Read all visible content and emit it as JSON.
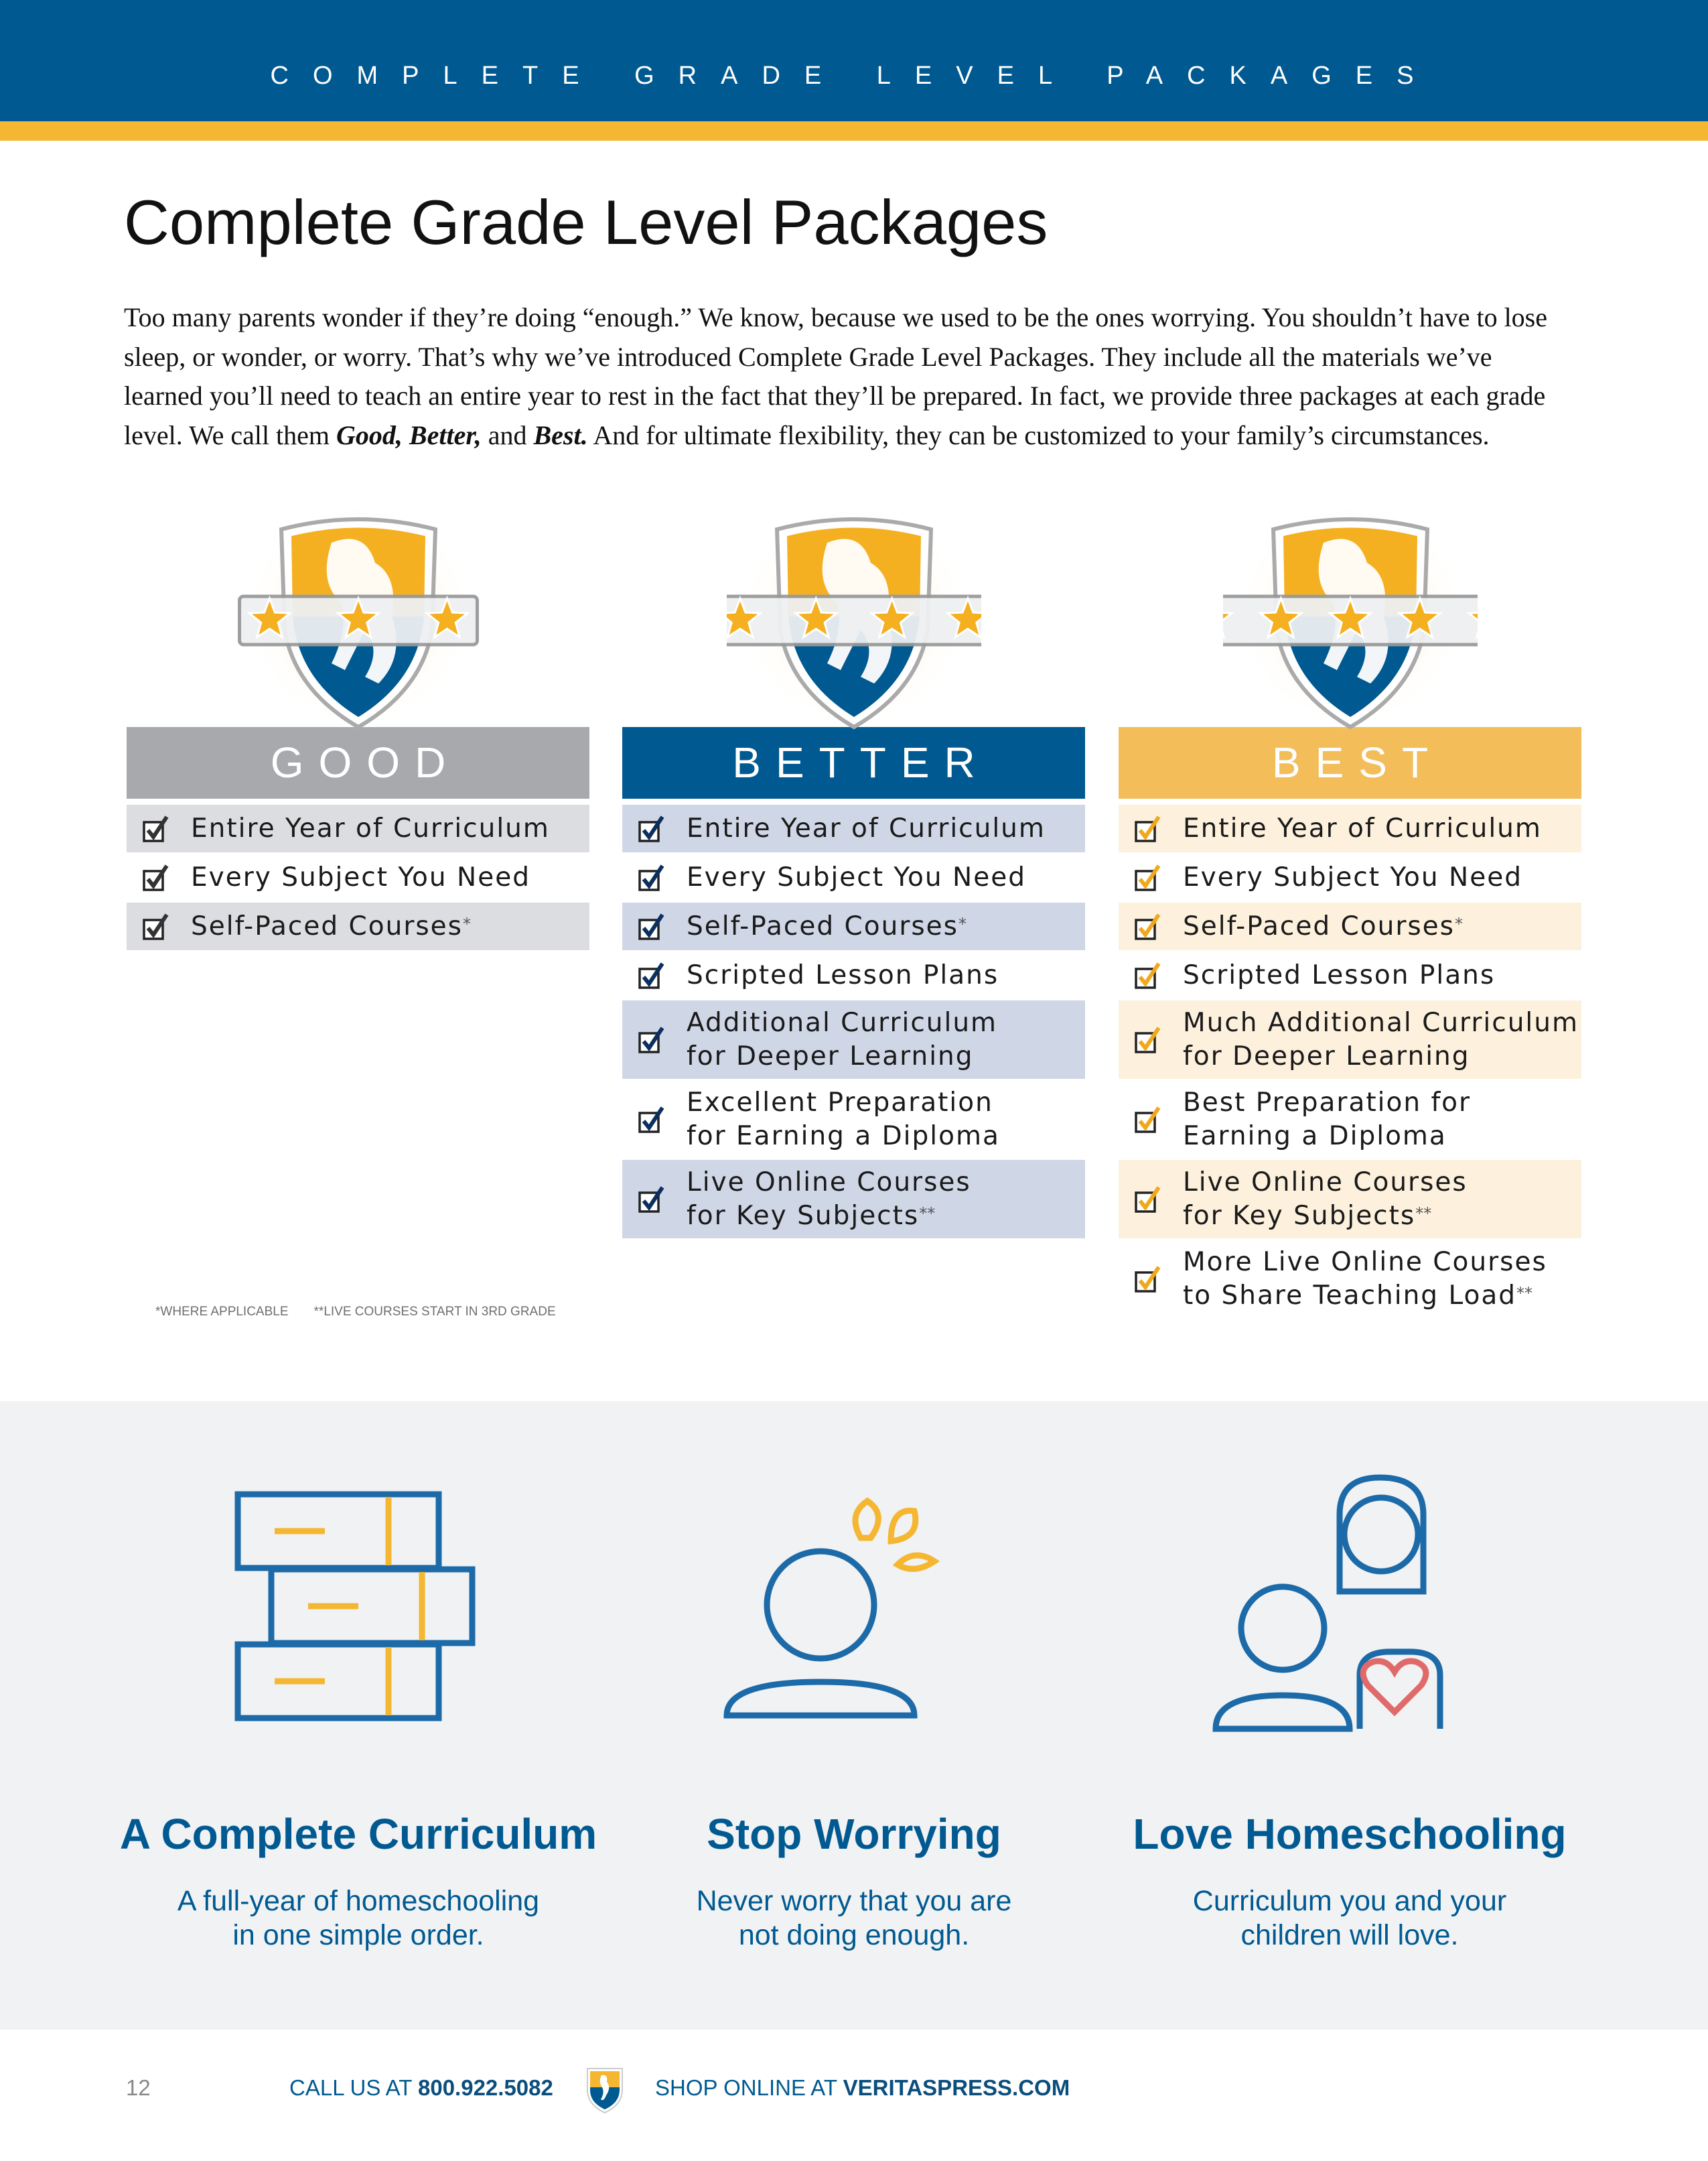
{
  "header": {
    "banner": "COMPLETE GRADE LEVEL PACKAGES",
    "title": "Complete Grade Level Packages"
  },
  "intro": {
    "text_1": "Too many parents wonder if they’re doing “enough.” We know, because we used to be the ones worrying. You shouldn’t have to lose sleep, or wonder, or worry. That’s why we’ve introduced Complete Grade Level Packages. They include all the materials we’ve learned you’ll need to teach an entire year to rest in the fact that they’ll be prepared. In fact, we provide three packages at each grade level. We call them ",
    "good": "Good,",
    "better": "Better,",
    "and": " and ",
    "best": "Best.",
    "text_2": " And for ultimate flexibility, they can be customized to your family’s circumstances."
  },
  "packages": [
    {
      "name": "GOOD",
      "stars": 3,
      "band_color": "#a7a9ac",
      "shade_color": "#dcdde0",
      "check_color": "#333333",
      "items": [
        {
          "text": "Entire Year of Curriculum"
        },
        {
          "text": "Every Subject You Need"
        },
        {
          "text": "Self-Paced Courses",
          "note": "*"
        }
      ]
    },
    {
      "name": "BETTER",
      "stars": 4,
      "band_color": "#005a91",
      "shade_color": "#cfd6e6",
      "check_color": "#0b2f5e",
      "items": [
        {
          "text": "Entire Year of Curriculum"
        },
        {
          "text": "Every Subject You Need"
        },
        {
          "text": "Self-Paced Courses",
          "note": "*"
        },
        {
          "text": "Scripted Lesson Plans"
        },
        {
          "text": "Additional Curriculum",
          "text2": "for Deeper Learning"
        },
        {
          "text": "Excellent Preparation",
          "text2": "for Earning a Diploma"
        },
        {
          "text": "Live Online Courses",
          "text2": "for Key Subjects",
          "note": "**"
        }
      ]
    },
    {
      "name": "BEST",
      "stars": 5,
      "band_color": "#f3bd5a",
      "shade_color": "#fdf1dd",
      "check_color": "#f0a81c",
      "items": [
        {
          "text": "Entire Year of Curriculum"
        },
        {
          "text": "Every Subject You Need"
        },
        {
          "text": "Self-Paced Courses",
          "note": "*"
        },
        {
          "text": "Scripted Lesson Plans"
        },
        {
          "text": "Much Additional Curriculum",
          "text2": "for Deeper Learning"
        },
        {
          "text": "Best Preparation for",
          "text2": "Earning a Diploma"
        },
        {
          "text": "Live Online Courses",
          "text2": "for Key Subjects",
          "note": "**"
        },
        {
          "text": "More Live Online Courses",
          "text2": "to Share Teaching Load",
          "note": "**"
        }
      ]
    }
  ],
  "footnotes": [
    "*WHERE APPLICABLE",
    "**LIVE COURSES START IN 3RD GRADE"
  ],
  "features": [
    {
      "icon": "books-icon",
      "title": "A Complete Curriculum",
      "line1": "A full-year of homeschooling",
      "line2": "in one simple order."
    },
    {
      "icon": "person-relief-icon",
      "title": "Stop Worrying",
      "line1": "Never worry that you are",
      "line2": "not doing enough."
    },
    {
      "icon": "parent-child-heart-icon",
      "title": "Love Homeschooling",
      "line1": "Curriculum you and your",
      "line2": "children will love."
    }
  ],
  "footer": {
    "page": "12",
    "call_label": "CALL US AT ",
    "phone": "800.922.5082",
    "shop_label": "SHOP ONLINE AT ",
    "website": "VERITASPRESS.COM"
  },
  "colors": {
    "brand_blue": "#005a91",
    "brand_yellow": "#f5b631"
  }
}
